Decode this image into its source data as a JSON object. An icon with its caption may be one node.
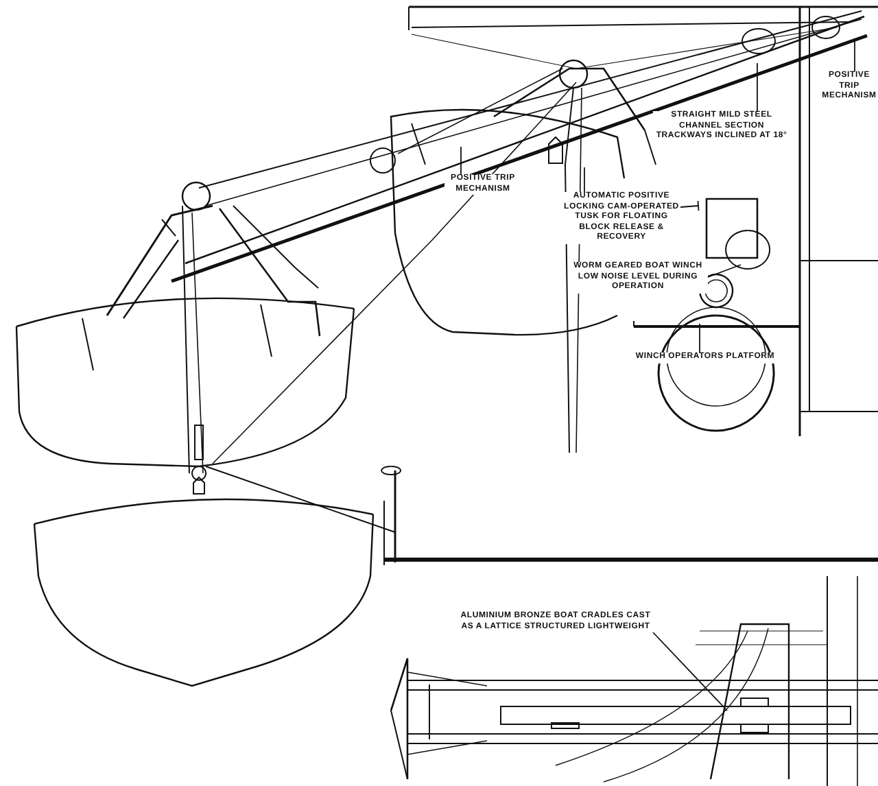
{
  "diagram": {
    "nodes": [
      {
        "text": [
          "POSITIVE TRIP MECHANISM"
        ]
      },
      {
        "text": [
          "STRAIGHT MILD STEEL CHANNEL SECTION TRACKWAYS INCLINED AT 18°"
        ]
      },
      {
        "text": [
          "POSITIVE TRIP MECHANISM"
        ]
      },
      {
        "text": [
          "AUTOMATIC POSITIVE LOCKING CAM-OPERATED TUSK FOR FLOATING BLOCK RELEASE & RECOVERY"
        ]
      },
      {
        "text": [
          "WORM GEARED BOAT WINCH LOW NOISE LEVEL DURING OPERATION"
        ]
      },
      {
        "text": [
          "WINCH OPERATORS PLATFORM"
        ]
      },
      {
        "text": [
          "ALUMINIUM BRONZE BOAT CRADLES CAST AS A LATTICE STRUCTURED LIGHTWEIGHT"
        ]
      }
    ],
    "edges": [
      {
        "from": 0,
        "to": null,
        "arrow": "none"
      },
      {
        "from": 1,
        "to": null,
        "arrow": "none"
      },
      {
        "from": 2,
        "to": null,
        "arrow": "none"
      },
      {
        "from": 3,
        "to": null,
        "arrow": "none"
      },
      {
        "from": 3,
        "to": null,
        "arrow": "other"
      },
      {
        "from": 4,
        "to": null,
        "arrow": "none"
      },
      {
        "from": 5,
        "to": null,
        "arrow": "none"
      },
      {
        "from": 6,
        "to": null,
        "arrow": "none"
      }
    ]
  }
}
